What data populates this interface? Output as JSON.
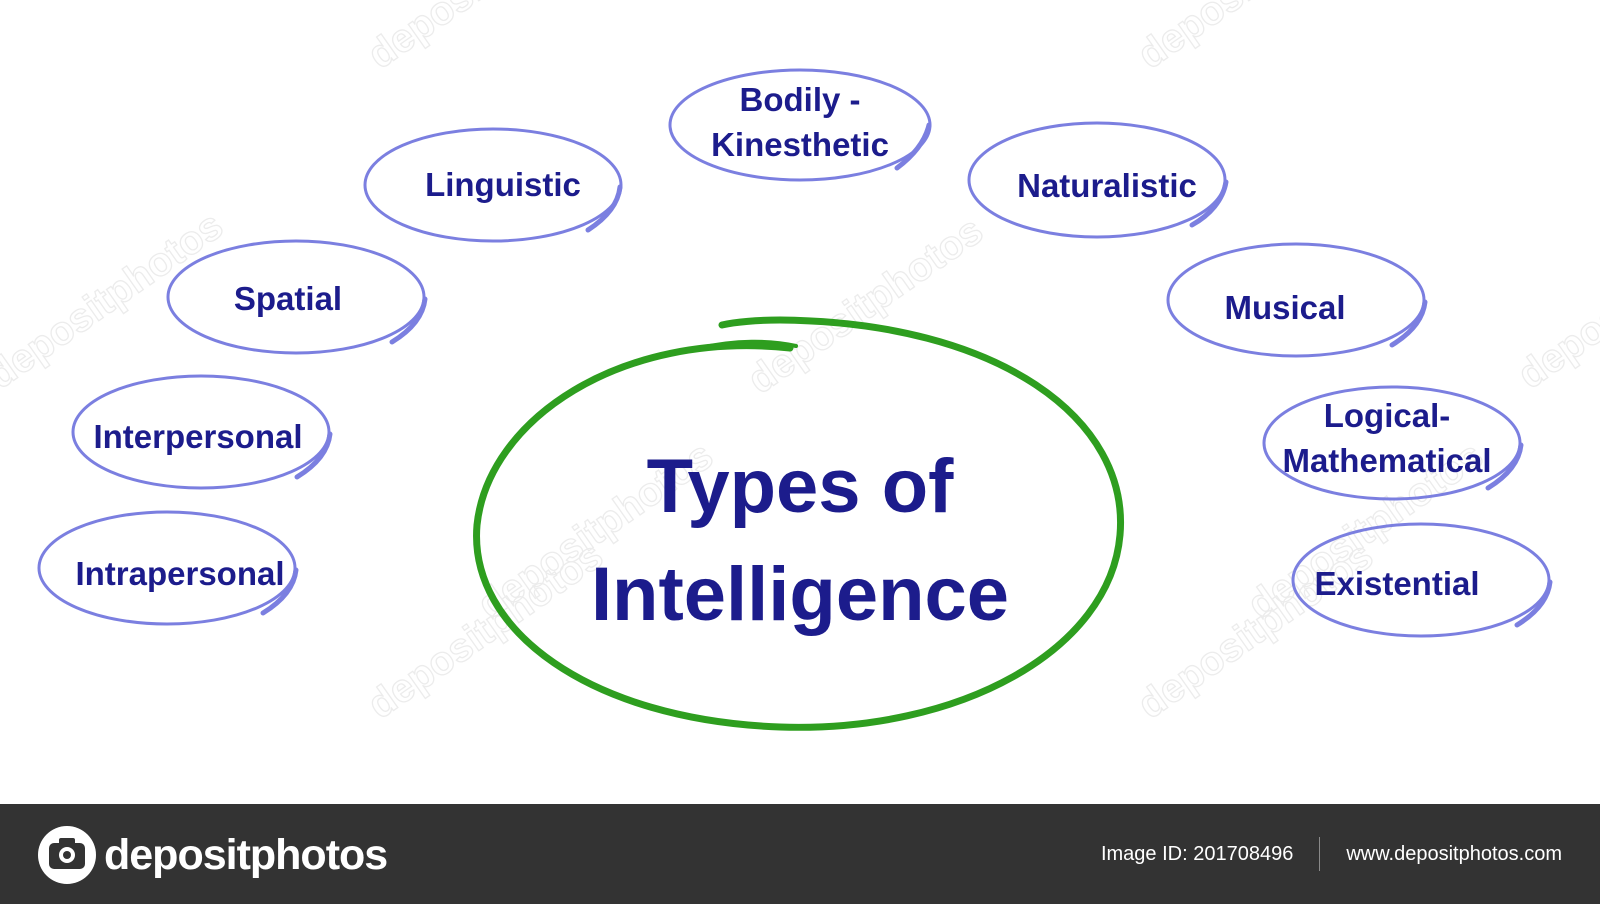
{
  "diagram": {
    "center": [
      "Types of",
      "Intelligence"
    ],
    "items": [
      {
        "lines": [
          "Bodily -",
          "Kinesthetic"
        ]
      },
      {
        "lines": [
          "Linguistic"
        ]
      },
      {
        "lines": [
          "Naturalistic"
        ]
      },
      {
        "lines": [
          "Spatial"
        ]
      },
      {
        "lines": [
          "Musical"
        ]
      },
      {
        "lines": [
          "Interpersonal"
        ]
      },
      {
        "lines": [
          "Logical-",
          "Mathematical"
        ]
      },
      {
        "lines": [
          "Intrapersonal"
        ]
      },
      {
        "lines": [
          "Existential"
        ]
      }
    ],
    "colors": {
      "bubble_stroke": "#7b7fe0",
      "text": "#1c1c8c",
      "center_stroke": "#2e9e1f",
      "background": "#ffffff"
    }
  },
  "watermark": {
    "text": "depositphotos"
  },
  "footer": {
    "brand": "depositphotos",
    "image_id": "Image ID: 201708496",
    "website": "www.depositphotos.com",
    "background": "#333333"
  }
}
